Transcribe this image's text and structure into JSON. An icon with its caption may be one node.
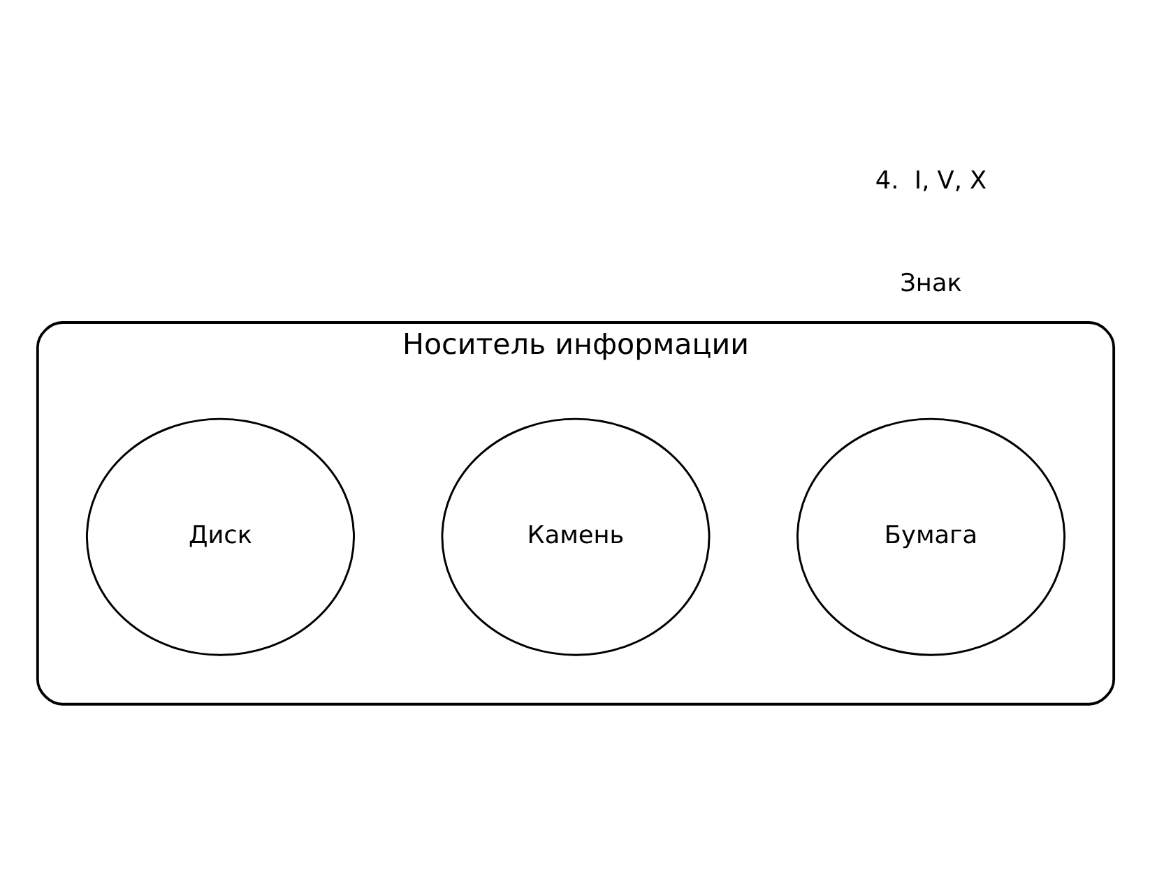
{
  "diagram": {
    "nodes": [
      {
        "text": [
          "Носитель информации"
        ]
      },
      {
        "text": [
          "Бумага"
        ],
        "in": 0
      },
      {
        "text": [
          "Камень"
        ],
        "in": 0
      },
      {
        "text": [
          "Диск"
        ],
        "in": 0
      }
    ],
    "labels": [
      "4.  I, V, X",
      "Знак"
    ]
  }
}
